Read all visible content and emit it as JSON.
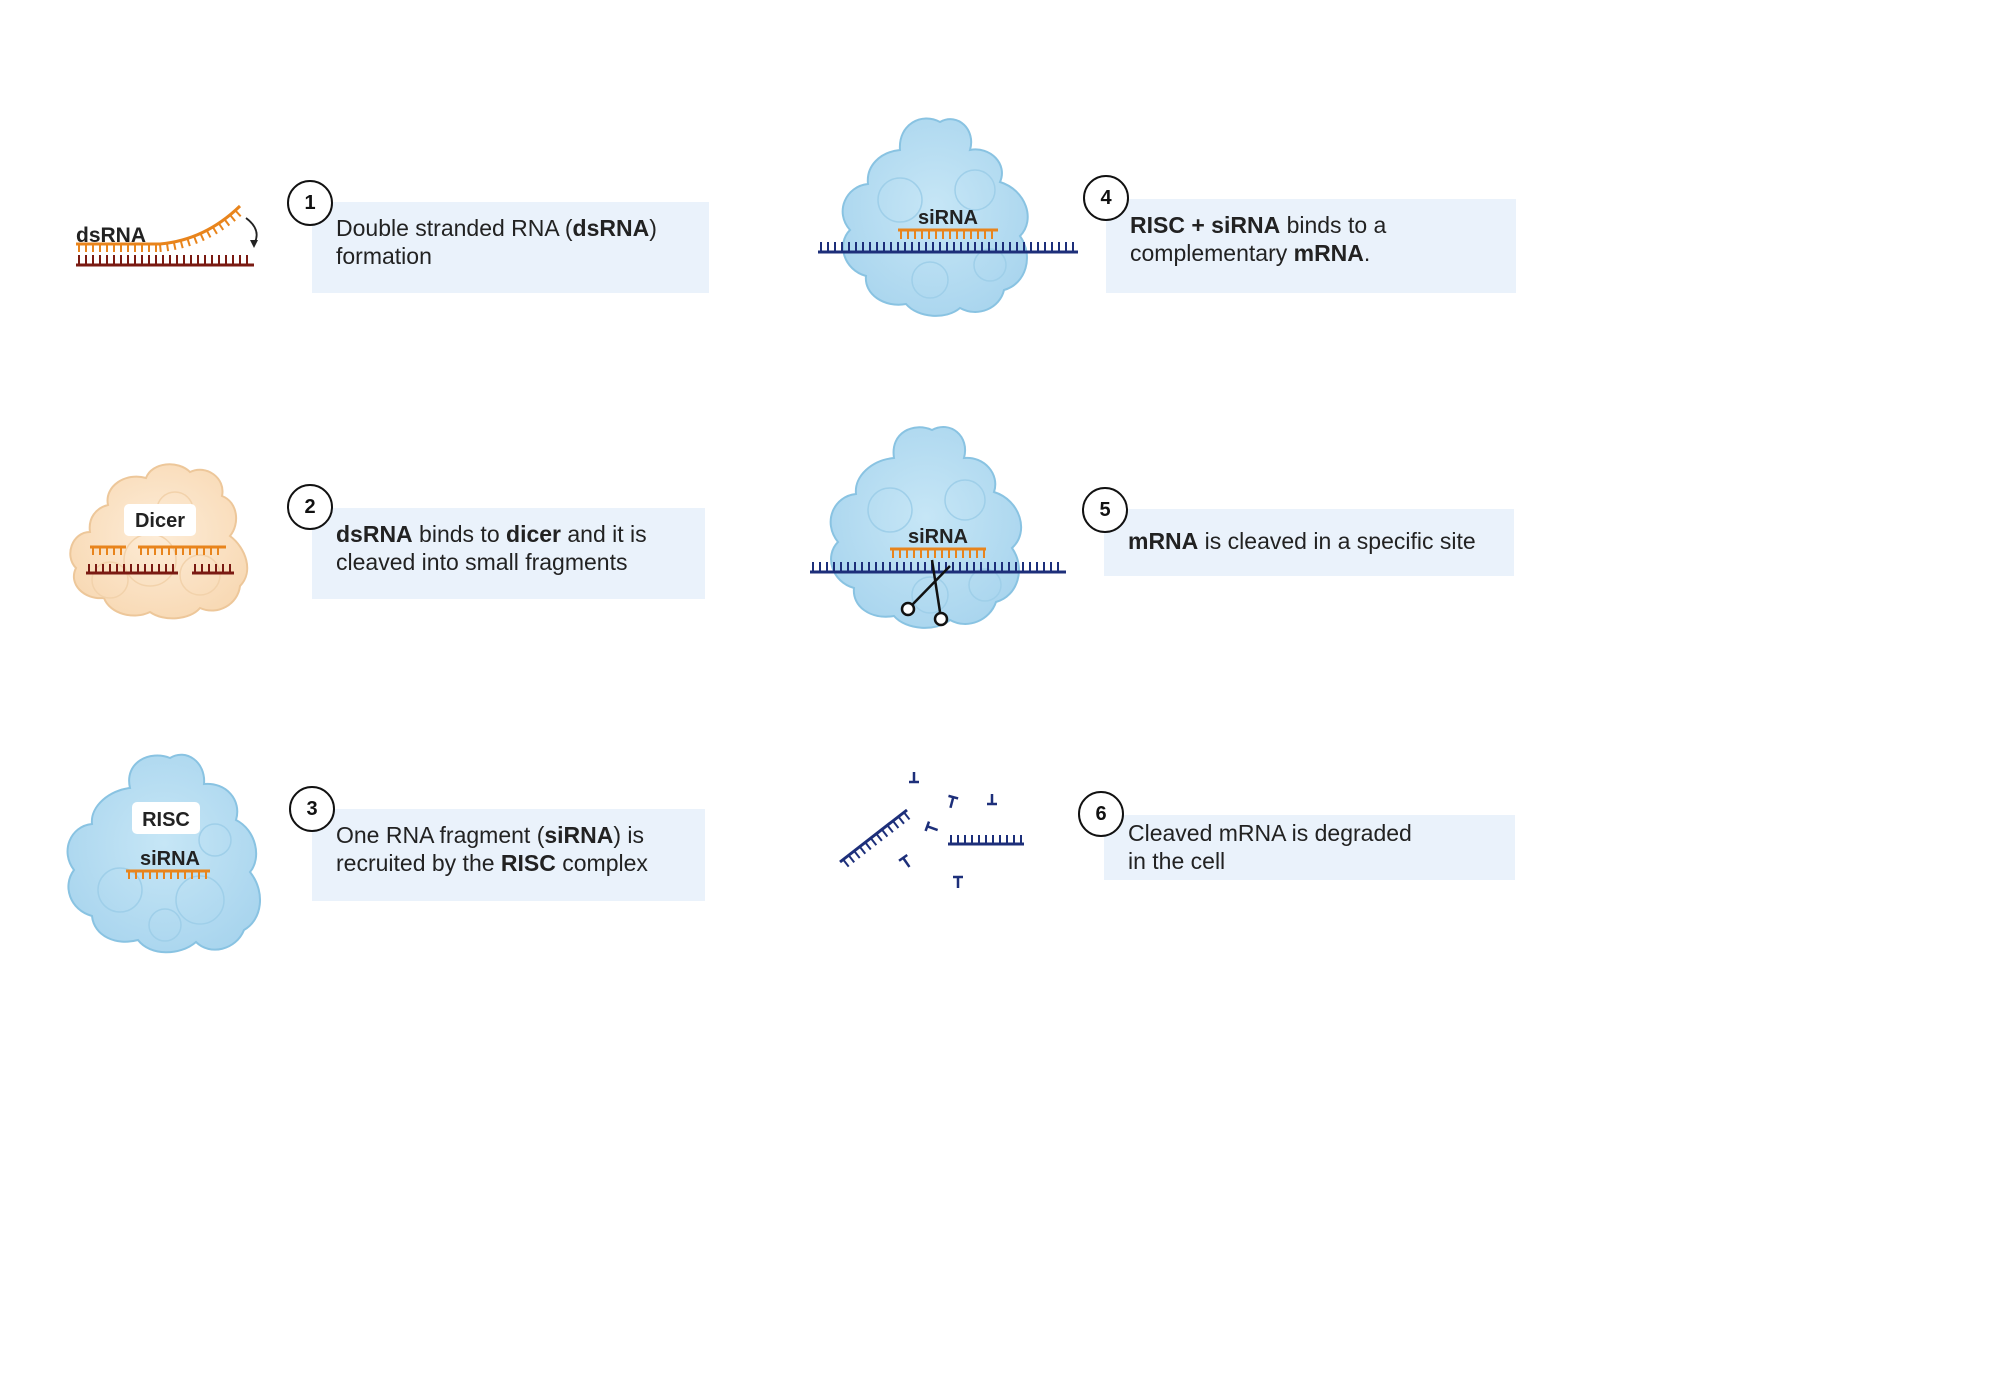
{
  "colors": {
    "box_background": "#eaf2fb",
    "dsrna_orange": "#e8841c",
    "dsrna_dark": "#7a1a12",
    "mrna_navy": "#1d2f7a",
    "risc_blue": "#b5dcf0",
    "dicer_peach": "#fbe3c6"
  },
  "illustration_labels": {
    "dsrna": "dsRNA",
    "dicer": "Dicer",
    "risc": "RISC",
    "sirna_step3": "siRNA",
    "sirna_step4": "siRNA",
    "sirna_step5": "siRNA"
  },
  "icons": [
    "curved-arrow-icon",
    "scissors-icon"
  ],
  "steps": [
    {
      "number": "1",
      "line1": [
        {
          "text": "Double stranded RNA ("
        },
        {
          "text": "dsRNA",
          "bold": true
        },
        {
          "text": ")"
        }
      ],
      "line2": [
        {
          "text": "formation"
        }
      ]
    },
    {
      "number": "2",
      "line1": [
        {
          "text": "dsRNA",
          "bold": true
        },
        {
          "text": " binds to "
        },
        {
          "text": "dicer",
          "bold": true
        },
        {
          "text": " and it is"
        }
      ],
      "line2": [
        {
          "text": "cleaved into small fragments"
        }
      ]
    },
    {
      "number": "3",
      "line1": [
        {
          "text": "One RNA fragment ("
        },
        {
          "text": "siRNA",
          "bold": true
        },
        {
          "text": ") is"
        }
      ],
      "line2": [
        {
          "text": "recruited by the "
        },
        {
          "text": "RISC",
          "bold": true
        },
        {
          "text": " complex"
        }
      ]
    },
    {
      "number": "4",
      "line1": [
        {
          "text": "RISC + siRNA",
          "bold": true
        },
        {
          "text": " binds to a"
        }
      ],
      "line2": [
        {
          "text": "complementary "
        },
        {
          "text": "mRNA",
          "bold": true
        },
        {
          "text": "."
        }
      ]
    },
    {
      "number": "5",
      "line1": [
        {
          "text": "mRNA",
          "bold": true
        },
        {
          "text": " is cleaved in a specific site"
        }
      ],
      "line2": []
    },
    {
      "number": "6",
      "line1": [
        {
          "text": "Cleaved mRNA is degraded"
        }
      ],
      "line2": [
        {
          "text": "in the cell"
        }
      ]
    }
  ]
}
